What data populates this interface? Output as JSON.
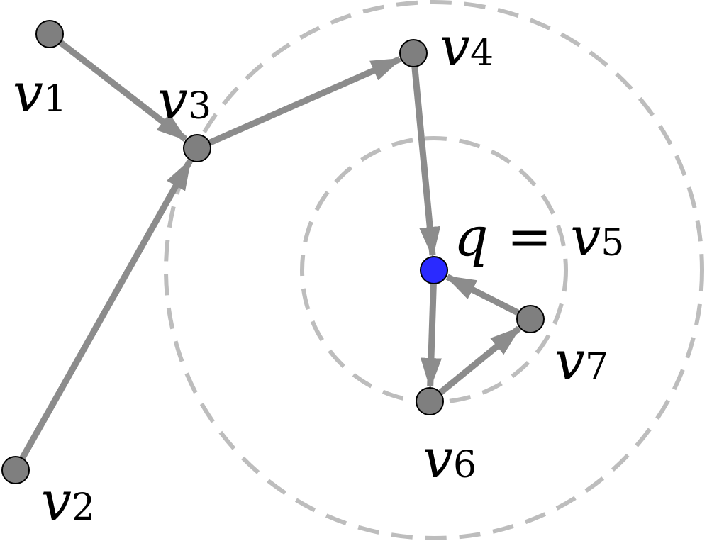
{
  "colors": {
    "edge": "#8c8c8c",
    "node_fill": "#7f7f7f",
    "node_stroke": "#000000",
    "query_fill": "#2a2aff",
    "circle": "#bdbdbd",
    "label": "#000000"
  },
  "nodes": [
    {
      "id": "v1",
      "name": "v",
      "sub": "1",
      "query": false
    },
    {
      "id": "v2",
      "name": "v",
      "sub": "2",
      "query": false
    },
    {
      "id": "v3",
      "name": "v",
      "sub": "3",
      "query": false
    },
    {
      "id": "v4",
      "name": "v",
      "sub": "4",
      "query": false
    },
    {
      "id": "v5",
      "name": "v",
      "sub": "5",
      "query": true,
      "prefix": "q",
      "eq": "="
    },
    {
      "id": "v6",
      "name": "v",
      "sub": "6",
      "query": false
    },
    {
      "id": "v7",
      "name": "v",
      "sub": "7",
      "query": false
    }
  ],
  "edges": [
    {
      "from": "v1",
      "to": "v3"
    },
    {
      "from": "v2",
      "to": "v3"
    },
    {
      "from": "v3",
      "to": "v4"
    },
    {
      "from": "v4",
      "to": "v5"
    },
    {
      "from": "v5",
      "to": "v6"
    },
    {
      "from": "v6",
      "to": "v7"
    },
    {
      "from": "v7",
      "to": "v5"
    }
  ],
  "search_circles": [
    {
      "center": "v5",
      "kind": "outer"
    },
    {
      "center": "v5",
      "kind": "inner"
    }
  ]
}
